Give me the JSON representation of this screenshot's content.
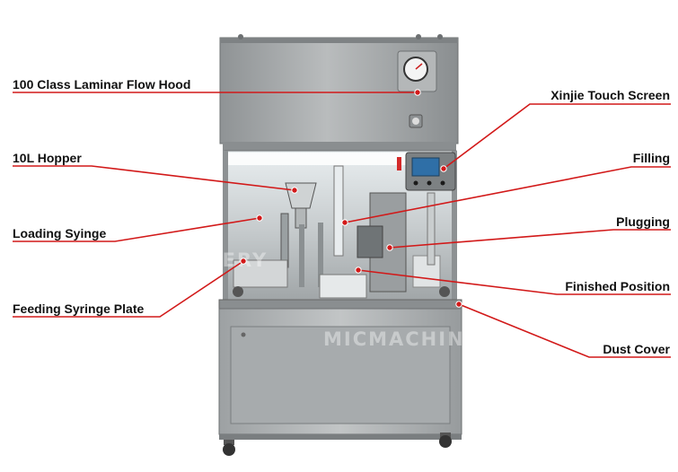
{
  "labels": {
    "laminar_flow_hood": "100 Class Laminar Flow Hood",
    "hopper": "10L Hopper",
    "loading_syringe": "Loading Syinge",
    "feeding_plate": "Feeding Syringe Plate",
    "touch_screen": "Xinjie Touch Screen",
    "filling": "Filling",
    "plugging": "Plugging",
    "finished_position": "Finished Position",
    "dust_cover": "Dust Cover"
  },
  "watermark": {
    "upper": "MICMACHINERY",
    "lower": "MICMACHINERY"
  },
  "colors": {
    "callout_line": "#d21919",
    "callout_dot": "#d21919",
    "label_text": "#111111",
    "steel": "#a9acad",
    "steel_dark": "#6d7072",
    "glass_tint": "#dfe3e4"
  }
}
